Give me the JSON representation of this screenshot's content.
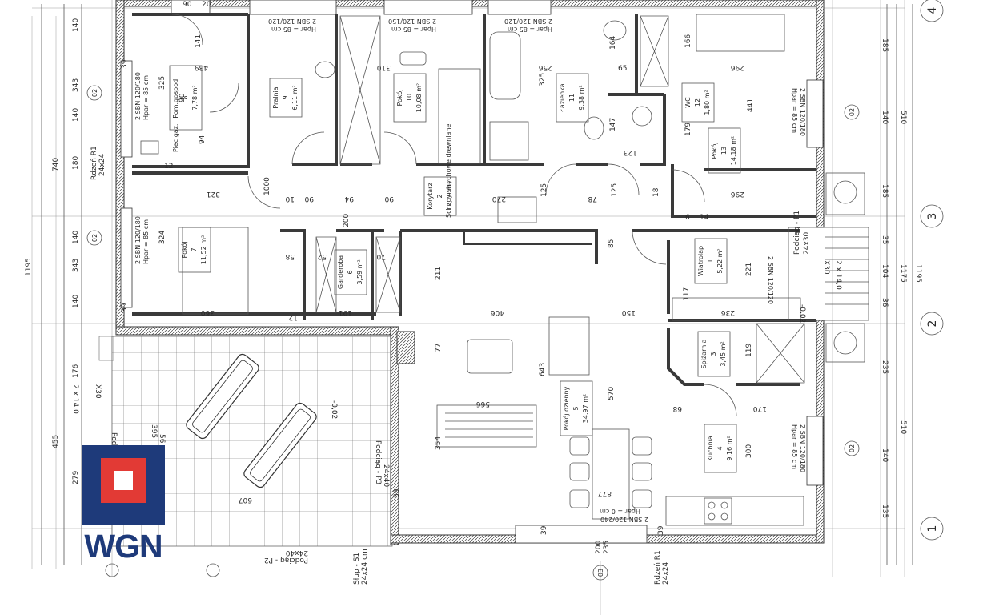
{
  "rooms": [
    {
      "name": "Pom.gospod.",
      "number": "8",
      "area": "7,78 m²"
    },
    {
      "name": "Pralnia",
      "number": "9",
      "area": "6,11 m²"
    },
    {
      "name": "Pokój",
      "number": "10",
      "area": "10,08 m²"
    },
    {
      "name": "Łazienka",
      "number": "11",
      "area": "9,38 m²"
    },
    {
      "name": "WC",
      "number": "12",
      "area": "1,80 m²"
    },
    {
      "name": "Pokój",
      "number": "13",
      "area": "14,18 m²"
    },
    {
      "name": "Pokój",
      "number": "7",
      "area": "11,52 m²"
    },
    {
      "name": "Korytarz",
      "number": "2",
      "area": "12,19 m²"
    },
    {
      "name": "Garderoba",
      "number": "6",
      "area": "3,59 m²"
    },
    {
      "name": "Wiatrołap",
      "number": "1",
      "area": "5,22 m²"
    },
    {
      "name": "Spiżarnia",
      "number": "3",
      "area": "3,45 m²"
    },
    {
      "name": "Pokój dzienny",
      "number": "5",
      "area": "34,97 m²"
    },
    {
      "name": "Kuchnia",
      "number": "4",
      "area": "9,16 m²"
    }
  ],
  "annotations": {
    "piec": "Piec gaz.",
    "schody": "Schody strychowe drewniane",
    "window_2sbn_120_180": "2 SBN 120/180",
    "window_hpar_85": "Hpar = 85 cm",
    "window_2sbn_120_120": "2 SBN 120/120",
    "window_2sbn_120_150": "2 SBN 120/150",
    "window_2sbn_120_240": "2 SBN 120/240",
    "hpar_0": "Hpar = 0 cm",
    "rdzen_r1": "Rdzeń R1",
    "rdzen_r1_size": "24x24",
    "podciag_p1": "Podciąg - P1",
    "podciag_p1_size": "24x30",
    "podciag_p2": "Podciąg - P2",
    "podciag_p2_size": "24x40",
    "podciag_p3": "Podciąg - P3",
    "podciag_p3_size": "24x40",
    "slup": "Słup - S1",
    "slup_size": "24x24 cm",
    "beam_2x14": "2 x 14,0",
    "beam_x30": "X30",
    "level": "-0,02"
  },
  "dimensions": {
    "left_total": "1195",
    "left_740": "740",
    "left_455": "455",
    "left_140a": "140",
    "left_343a": "343",
    "left_140b": "140",
    "left_180": "180",
    "left_140c": "140",
    "left_343b": "343",
    "left_140d": "140",
    "left_176": "176",
    "left_279": "279",
    "right_1195": "1195",
    "right_185a": "185",
    "right_140a": "140",
    "right_510a": "510",
    "right_185b": "185",
    "right_35": "35",
    "right_104": "104",
    "right_1175": "1175",
    "right_36": "36",
    "right_235": "235",
    "right_510b": "510",
    "right_140b": "140",
    "right_135": "135",
    "d_90_top": "90",
    "d_20_top": "20",
    "d_141": "141",
    "d_439": "439",
    "d_325a": "325",
    "d_90a": "90",
    "d_94": "94",
    "d_310": "310",
    "d_256": "256",
    "d_325b": "325",
    "d_164": "164",
    "d_65": "65",
    "d_166": "166",
    "d_296a": "296",
    "d_441": "441",
    "d_179": "179",
    "d_147": "147",
    "d_123": "123",
    "d_321": "321",
    "d_296b": "296",
    "d_324": "324",
    "d_360": "360",
    "d_191": "191",
    "d_406": "406",
    "d_150": "150",
    "d_211": "211",
    "d_85": "85",
    "d_221": "221",
    "d_117": "117",
    "d_236": "236",
    "d_643": "643",
    "d_570": "570",
    "d_77": "77",
    "d_119": "119",
    "d_566": "566",
    "d_354": "354",
    "d_877": "877",
    "d_300": "300",
    "d_170": "170",
    "d_68": "68",
    "d_607": "607",
    "d_395": "395",
    "d_56": "56",
    "d_200": "200",
    "d_235": "235",
    "d_39": "39",
    "d_12": "12",
    "d_90": "90",
    "d_58": "58",
    "d_52": "52",
    "d_70": "70",
    "d_78": "78",
    "d_125": "125",
    "d_14": "14",
    "d_18": "18",
    "d_6": "6",
    "d_10": "10",
    "d_270": "270",
    "d_1000": "1000"
  },
  "axes": [
    "1",
    "2",
    "3",
    "4"
  ],
  "axis_side": [
    "02",
    "03"
  ],
  "logo": {
    "text": "WGN",
    "color_blue": "#1e3a7a",
    "color_red": "#e23a35"
  }
}
